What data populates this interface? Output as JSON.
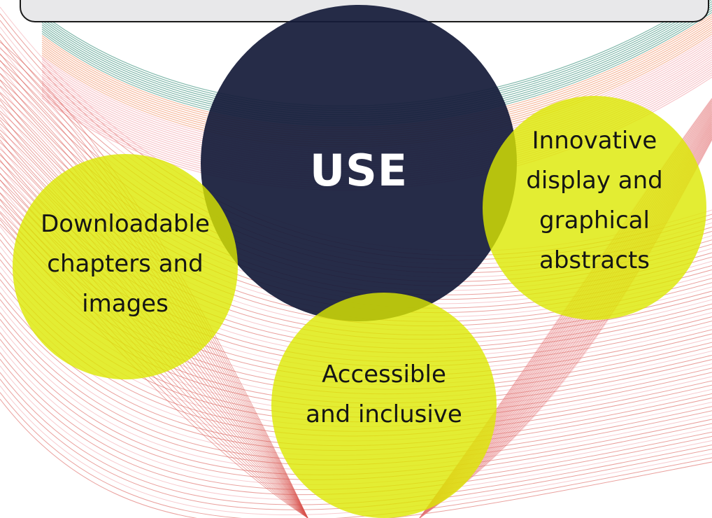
{
  "center": {
    "title": "USE"
  },
  "nodes": [
    {
      "id": "downloadable",
      "lines": [
        "Downloadable",
        "chapters and",
        "images"
      ]
    },
    {
      "id": "innovative",
      "lines": [
        "Innovative",
        "display and",
        "graphical",
        "abstracts"
      ]
    },
    {
      "id": "accessible",
      "lines": [
        "Accessible",
        "and inclusive"
      ]
    }
  ],
  "colors": {
    "center_fill": "#151c3a",
    "node_fill": "#dce800",
    "wave_red": "#d9534f",
    "wave_pink": "#f2a0a8",
    "wave_green": "#2e8b74",
    "wave_orange": "#f08a5d"
  }
}
